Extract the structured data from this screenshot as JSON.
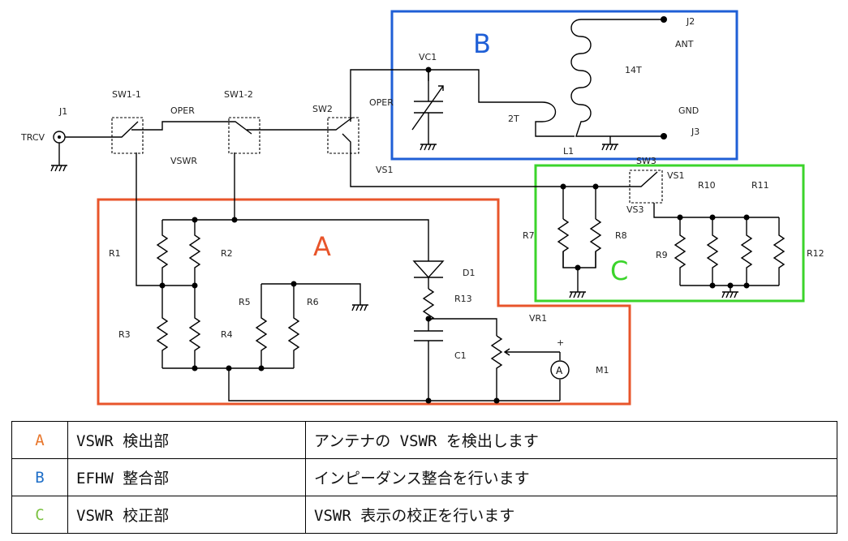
{
  "diagram": {
    "regions": {
      "A": {
        "label": "A",
        "color": "#e8552b"
      },
      "B": {
        "label": "B",
        "color": "#1f5fd6"
      },
      "C": {
        "label": "C",
        "color": "#3bd42b"
      }
    },
    "labels": {
      "j1": "J1",
      "trcv": "TRCV",
      "sw1_1": "SW1-1",
      "sw1_2": "SW1-2",
      "oper1": "OPER",
      "vswr": "VSWR",
      "sw2": "SW2",
      "oper2": "OPER",
      "vs1a": "VS1",
      "vc1": "VC1",
      "t2": "2T",
      "l1": "L1",
      "t14": "14T",
      "j2": "J2",
      "ant": "ANT",
      "gnd": "GND",
      "j3": "J3",
      "sw3": "SW3",
      "vs1b": "VS1",
      "vs3": "VS3",
      "r1": "R1",
      "r2": "R2",
      "r3": "R3",
      "r4": "R4",
      "r5": "R5",
      "r6": "R6",
      "r7": "R7",
      "r8": "R8",
      "r9": "R9",
      "r10": "R10",
      "r11": "R11",
      "r12": "R12",
      "r13": "R13",
      "d1": "D1",
      "c1": "C1",
      "vr1": "VR1",
      "m1": "M1",
      "plus": "+",
      "meter": "A"
    }
  },
  "legend": {
    "rows": [
      {
        "key": "A",
        "key_color": "#e8762b",
        "name": "VSWR 検出部",
        "desc": "アンテナの VSWR を検出します"
      },
      {
        "key": "B",
        "key_color": "#1f6fc8",
        "name": "EFHW 整合部",
        "desc": "インピーダンス整合を行います"
      },
      {
        "key": "C",
        "key_color": "#7cc242",
        "name": "VSWR 校正部",
        "desc": "VSWR 表示の校正を行います"
      }
    ]
  }
}
